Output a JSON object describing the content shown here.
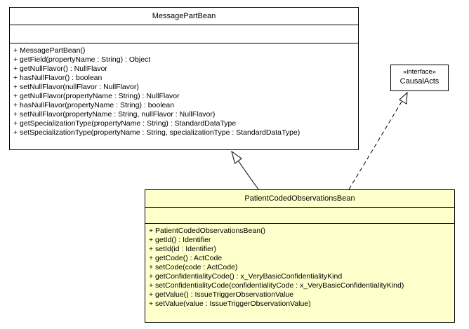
{
  "classes": {
    "message_part_bean": {
      "name": "MessagePartBean",
      "attributes": [],
      "operations": [
        "+ MessagePartBean()",
        "+ getField(propertyName : String) : Object",
        "+ getNullFlavor() : NullFlavor",
        "+ hasNullFlavor() : boolean",
        "+ setNullFlavor(nullFlavor : NullFlavor)",
        "+ getNullFlavor(propertyName : String) : NullFlavor",
        "+ hasNullFlavor(propertyName : String) : boolean",
        "+ setNullFlavor(propertyName : String, nullFlavor : NullFlavor)",
        "+ getSpecializationType(propertyName : String) : StandardDataType",
        "+ setSpecializationType(propertyName : String, specializationType : StandardDataType)"
      ]
    },
    "causal_acts": {
      "stereotype": "«interface»",
      "name": "CausalActs"
    },
    "patient_coded_observations_bean": {
      "name": "PatientCodedObservationsBean",
      "attributes": [],
      "operations": [
        "+ PatientCodedObservationsBean()",
        "+ getId() : Identifier",
        "+ setId(id : Identifier)",
        "+ getCode() : ActCode",
        "+ setCode(code : ActCode)",
        "+ getConfidentialityCode() : x_VeryBasicConfidentialityKind",
        "+ setConfidentialityCode(confidentialityCode : x_VeryBasicConfidentialityKind)",
        "+ getValue() : IssueTriggerObservationValue",
        "+ setValue(value : IssueTriggerObservationValue)"
      ],
      "fill_color": "#ffffcc"
    }
  },
  "relationships": [
    {
      "type": "generalization",
      "from": "PatientCodedObservationsBean",
      "to": "MessagePartBean",
      "line": "solid"
    },
    {
      "type": "realization",
      "from": "PatientCodedObservationsBean",
      "to": "CausalActs",
      "line": "dashed"
    }
  ]
}
